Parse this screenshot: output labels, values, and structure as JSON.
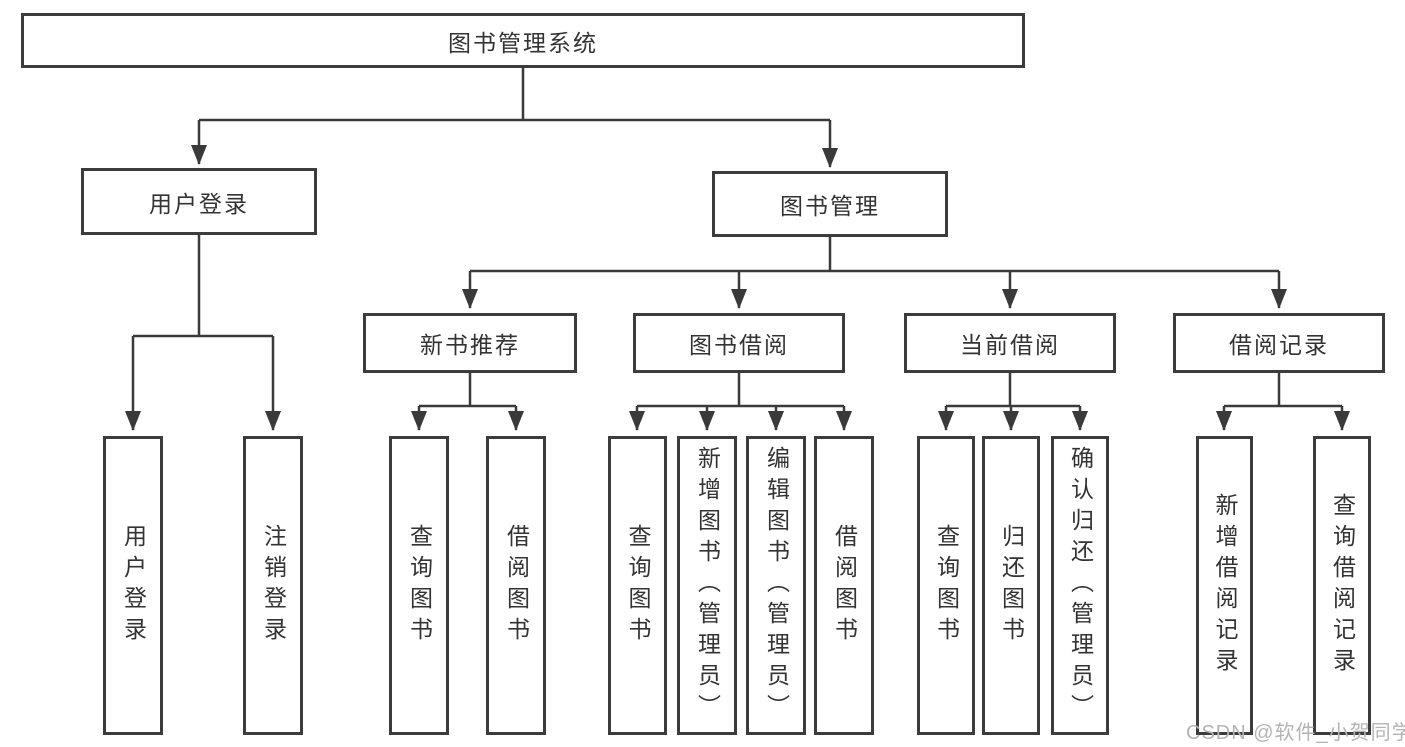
{
  "tree": {
    "label": "图书管理系统",
    "children": [
      {
        "label": "用户登录",
        "children": [
          {
            "label": "用户登录"
          },
          {
            "label": "注销登录"
          }
        ]
      },
      {
        "label": "图书管理",
        "children": [
          {
            "label": "新书推荐",
            "children": [
              {
                "label": "查询图书"
              },
              {
                "label": "借阅图书"
              }
            ]
          },
          {
            "label": "图书借阅",
            "children": [
              {
                "label": "查询图书"
              },
              {
                "label": "新增图书（管理员）"
              },
              {
                "label": "编辑图书（管理员）"
              },
              {
                "label": "借阅图书"
              }
            ]
          },
          {
            "label": "当前借阅",
            "children": [
              {
                "label": "查询图书"
              },
              {
                "label": "归还图书"
              },
              {
                "label": "确认归还（管理员）"
              }
            ]
          },
          {
            "label": "借阅记录",
            "children": [
              {
                "label": "新增借阅记录"
              },
              {
                "label": "查询借阅记录"
              }
            ]
          }
        ]
      }
    ]
  },
  "watermark": {
    "text": "CSDN @软件_小贺同学"
  },
  "colors": {
    "line": "#3a3a3a",
    "box_border": "#3c3c3c",
    "text": "#333333",
    "watermark": "#b4b4b4",
    "background": "#ffffff"
  }
}
